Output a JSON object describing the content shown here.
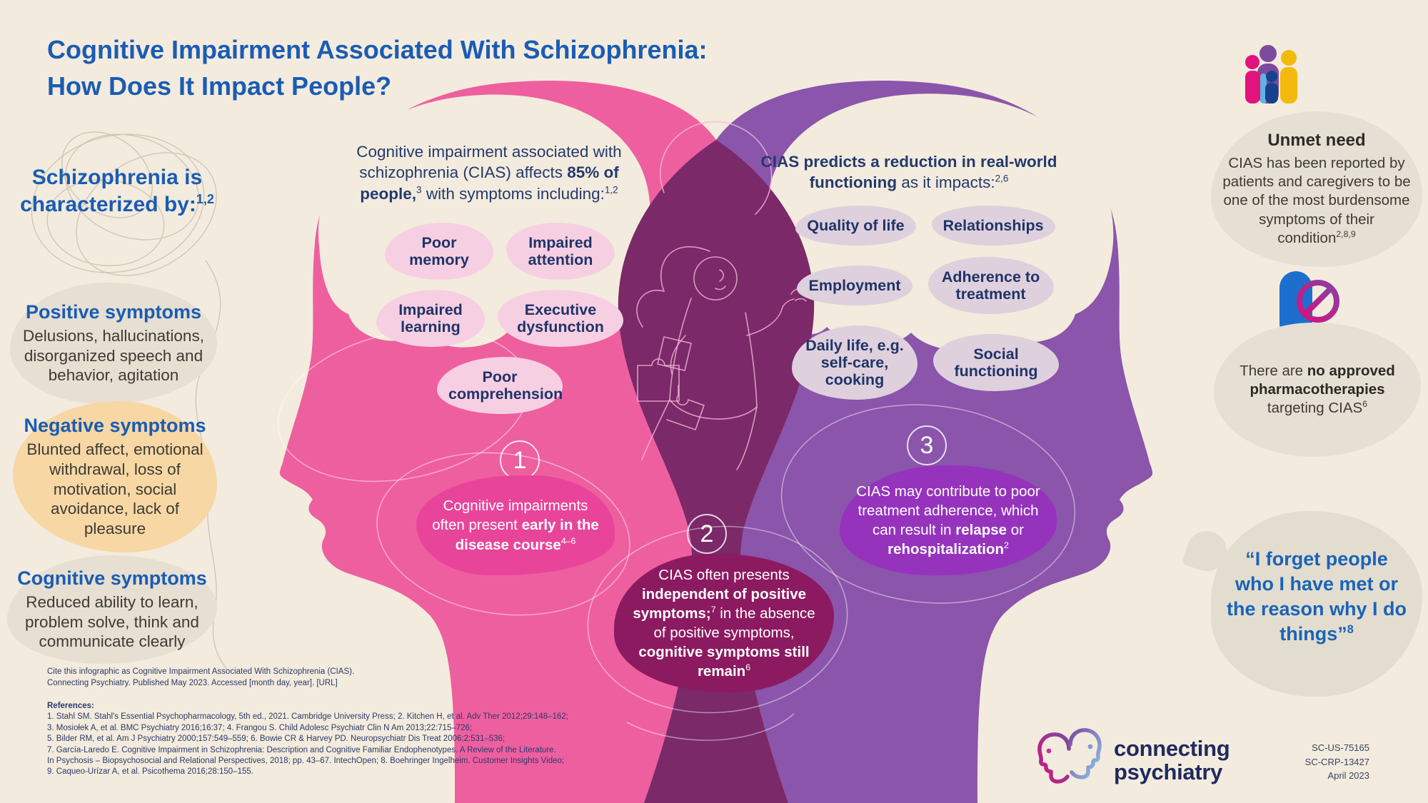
{
  "title": {
    "line1": "Cognitive Impairment Associated With Schizophrenia:",
    "line2": "How Does It Impact People?"
  },
  "left_panel": {
    "heading": "Schizophrenia is characterized by:",
    "heading_sup": "1,2",
    "sections": [
      {
        "title": "Positive symptoms",
        "body": "Delusions, hallucinations, disorganized speech and behavior, agitation"
      },
      {
        "title": "Negative symptoms",
        "body": "Blunted affect, emotional withdrawal, loss of motivation, social avoidance, lack of pleasure"
      },
      {
        "title": "Cognitive symptoms",
        "body": "Reduced ability to learn, problem solve, think and communicate clearly"
      }
    ]
  },
  "pink_head": {
    "intro": {
      "pre": "Cognitive impairment associated with schizophrenia (CIAS) affects ",
      "bold": "85% of people,",
      "sup1": "3",
      "mid": " with symptoms including:",
      "sup2": "1,2"
    },
    "bubbles": [
      "Poor memory",
      "Impaired attention",
      "Impaired learning",
      "Executive dysfunction",
      "Poor comprehension"
    ]
  },
  "purple_head": {
    "intro": {
      "bold": "CIAS predicts a reduction in real-world functioning",
      "mid": " as it impacts:",
      "sup": "2,6"
    },
    "bubbles": [
      "Quality of life",
      "Relationships",
      "Employment",
      "Adherence to treatment",
      "Daily life, e.g. self-care, cooking",
      "Social functioning"
    ]
  },
  "steps": [
    {
      "num": "1",
      "pre": "Cognitive impairments often present ",
      "bold": "early in the disease course",
      "sup": "4–6"
    },
    {
      "num": "2",
      "pre": "CIAS often presents ",
      "bold1": "independent of positive symptoms;",
      "sup1": "7",
      "mid": " in the absence of positive symptoms, ",
      "bold2": "cognitive symptoms still remain",
      "sup2": "6"
    },
    {
      "num": "3",
      "pre": "CIAS may contribute to poor treatment adherence, which can result in ",
      "bold1": "relapse",
      "mid": " or ",
      "bold2": "rehospitalization",
      "sup": "2"
    }
  ],
  "right_panel": {
    "unmet": {
      "title": "Unmet need",
      "body": "CIAS has been reported by patients and caregivers to be one of the most burdensome symptoms of their condition",
      "sup": "2,8,9"
    },
    "pharma": {
      "pre": "There are ",
      "bold": "no approved pharmacotherapies",
      "post": " targeting CIAS",
      "sup": "6"
    },
    "quote": {
      "text": "“I forget people who I have met or the reason why I do things”",
      "sup": "8"
    }
  },
  "footer": {
    "cite_line1": "Cite this infographic as Cognitive Impairment Associated With Schizophrenia (CIAS).",
    "cite_line2": "Connecting Psychiatry. Published May 2023. Accessed [month day, year]. [URL]",
    "references_label": "References:",
    "references": [
      "1. Stahl SM. Stahl's Essential Psychopharmacology, 5th ed., 2021. Cambridge University Press; 2. Kitchen H, et al. Adv Ther 2012;29:148–162;",
      "3. Mosiołek A, et al. BMC Psychiatry 2016;16:37; 4. Frangou S. Child Adolesc Psychiatr Clin N Am 2013;22:715–726;",
      "5. Bilder RM, et al. Am J Psychiatry 2000;157:549–559; 6. Bowie CR & Harvey PD. Neuropsychiatr Dis Treat 2006;2:531–536;",
      "7. García-Laredo E. Cognitive Impairment in Schizophrenia: Description and Cognitive Familiar Endophenotypes. A Review of the Literature.",
      "In Psychosis – Biopsychosocial and Relational Perspectives, 2018; pp. 43–67. IntechOpen; 8. Boehringer Ingelheim. Customer Insights Video;",
      "9. Caqueo-Urízar A, et al. Psicothema 2016;28:150–155."
    ],
    "logo_line1": "connecting",
    "logo_line2": "psychiatry",
    "codes": [
      "SC-US-75165",
      "SC-CRP-13427",
      "April 2023"
    ]
  },
  "colors": {
    "background": "#F3EBDD",
    "title_blue": "#1A5CB4",
    "navy_text": "#233A6F",
    "pink_head": "#EE5F9F",
    "purple_head": "#8A55AB",
    "overlap_plum": "#7B2968",
    "step1_pink": "#E8459A",
    "step2_maroon": "#8C1A60",
    "step3_purple": "#9633BD",
    "bubble_pink": "#F7CFE2",
    "bubble_mauve": "#DFD0DD",
    "card_gray": "#E6DFD2",
    "card_peach": "#F7D7A4",
    "quote_blue": "#1A64B7"
  },
  "icons": [
    "people-group-icon",
    "pill-prohibited-icon",
    "brain-scribble-icon",
    "puzzle-person-illustration",
    "connecting-psychiatry-logo"
  ]
}
